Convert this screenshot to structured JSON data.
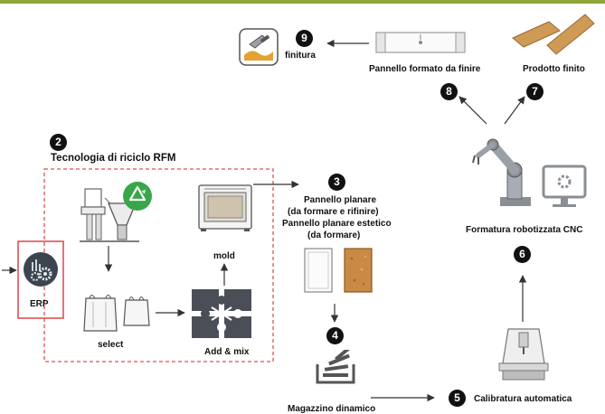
{
  "title": "Tecnologia di riciclo RFM",
  "steps": {
    "s2": "2",
    "s3": "3",
    "s4": "4",
    "s5": "5",
    "s6": "6",
    "s7": "7",
    "s8": "8",
    "s9": "9"
  },
  "labels": {
    "erp": "ERP",
    "select": "select",
    "mold": "mold",
    "add_mix": "Add & mix",
    "pannello_planare_1": "Pannello planare",
    "pannello_planare_2": "(da formare e rifinire)",
    "pannello_estetico_1": "Pannello planare estetico",
    "pannello_estetico_2": "(da formare)",
    "magazzino": "Magazzino dinamico",
    "calibratura": "Calibratura automatica",
    "formatura": "Formatura robotizzata CNC",
    "prodotto_finito": "Prodotto finito",
    "pannello_formato": "Pannello formato da finire",
    "finitura": "finitura"
  },
  "icons": {
    "recycle": "recycle-icon",
    "shredder": "shredder-machine-icon",
    "oven": "mold-press-icon",
    "bags": "big-bag-icon",
    "puzzle": "puzzle-mix-icon",
    "erp": "erp-gears-icon",
    "stack": "warehouse-stack-icon",
    "cnc": "cnc-machine-icon",
    "robot": "robot-arm-icon",
    "product": "finished-panels-icon",
    "panel": "formed-panel-icon",
    "finishing": "finishing-tool-icon"
  },
  "colors": {
    "accent_green": "#8ea53a",
    "frame_red": "#e05050",
    "recycle_green": "#3aa64a",
    "wood": "#c98a45"
  }
}
